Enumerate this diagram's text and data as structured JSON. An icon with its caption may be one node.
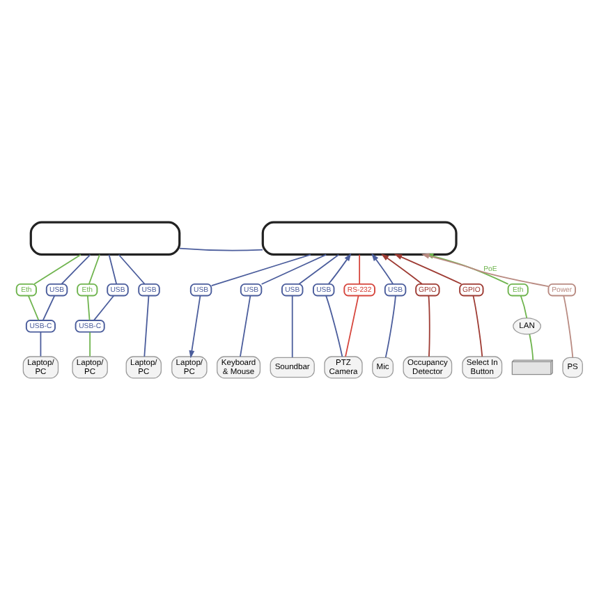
{
  "diagram": {
    "nodes": [
      {
        "text": [],
        "shape": "box"
      },
      {
        "text": [],
        "shape": "box"
      },
      {
        "text": [
          "Eth"
        ]
      },
      {
        "text": [
          "USB"
        ]
      },
      {
        "text": [
          "Eth"
        ]
      },
      {
        "text": [
          "USB"
        ]
      },
      {
        "text": [
          "USB"
        ]
      },
      {
        "text": [
          "USB"
        ]
      },
      {
        "text": [
          "USB"
        ]
      },
      {
        "text": [
          "USB"
        ]
      },
      {
        "text": [
          "USB"
        ]
      },
      {
        "text": [
          "RS-232"
        ]
      },
      {
        "text": [
          "USB"
        ]
      },
      {
        "text": [
          "GPIO"
        ]
      },
      {
        "text": [
          "GPIO"
        ]
      },
      {
        "text": [
          "Eth"
        ]
      },
      {
        "text": [
          "Power"
        ]
      },
      {
        "text": [
          "USB-C"
        ]
      },
      {
        "text": [
          "USB-C"
        ]
      },
      {
        "text": [
          "LAN"
        ]
      },
      {
        "text": [
          "Laptop/ PC"
        ]
      },
      {
        "text": [
          "Laptop/ PC"
        ]
      },
      {
        "text": [
          "Laptop/ PC"
        ]
      },
      {
        "text": [
          "Laptop/ PC"
        ]
      },
      {
        "text": [
          "Keyboard & Mouse"
        ]
      },
      {
        "text": [
          "Soundbar"
        ]
      },
      {
        "text": [
          "PTZ Camera"
        ]
      },
      {
        "text": [
          "Mic"
        ]
      },
      {
        "text": [
          "Occupancy Detector"
        ]
      },
      {
        "text": [
          "Select In Button"
        ]
      },
      {
        "text": [],
        "shape": "picture"
      },
      {
        "text": [
          "PS"
        ]
      }
    ],
    "edges": [
      {
        "from": 0,
        "to": 1,
        "arrow": "none"
      },
      {
        "from": 0,
        "to": 2,
        "arrow": "none",
        "color": "#6fb44e"
      },
      {
        "from": 0,
        "to": 3,
        "arrow": "none"
      },
      {
        "from": 0,
        "to": 4,
        "arrow": "none",
        "color": "#6fb44e"
      },
      {
        "from": 0,
        "to": 5,
        "arrow": "none"
      },
      {
        "from": 0,
        "to": 6,
        "arrow": "none"
      },
      {
        "from": 1,
        "to": 7,
        "arrow": "none"
      },
      {
        "from": 1,
        "to": 8,
        "arrow": "none"
      },
      {
        "from": 1,
        "to": 9,
        "arrow": "none"
      },
      {
        "from": 10,
        "to": 1,
        "arrow": "to"
      },
      {
        "from": 1,
        "to": 11,
        "arrow": "none",
        "color": "#d6463d"
      },
      {
        "from": 12,
        "to": 1,
        "arrow": "to"
      },
      {
        "from": 13,
        "to": 1,
        "arrow": "to",
        "color": "#9e3b33"
      },
      {
        "from": 14,
        "to": 1,
        "arrow": "to",
        "color": "#9e3b33"
      },
      {
        "from": 15,
        "to": 1,
        "arrow": "to",
        "color": "#6fb44e",
        "label": "PoE"
      },
      {
        "from": 16,
        "to": 1,
        "arrow": "to",
        "color": "#b98b82"
      },
      {
        "from": 2,
        "to": 17,
        "arrow": "none",
        "color": "#6fb44e"
      },
      {
        "from": 3,
        "to": 17,
        "arrow": "none"
      },
      {
        "from": 4,
        "to": 18,
        "arrow": "none",
        "color": "#6fb44e"
      },
      {
        "from": 5,
        "to": 18,
        "arrow": "none"
      },
      {
        "from": 17,
        "to": 20,
        "arrow": "none"
      },
      {
        "from": 18,
        "to": 21,
        "arrow": "none",
        "color": "#6fb44e"
      },
      {
        "from": 6,
        "to": 22,
        "arrow": "none"
      },
      {
        "from": 7,
        "to": 23,
        "arrow": "to"
      },
      {
        "from": 8,
        "to": 24,
        "arrow": "none"
      },
      {
        "from": 9,
        "to": 25,
        "arrow": "none"
      },
      {
        "from": 26,
        "to": 10,
        "arrow": "none"
      },
      {
        "from": 11,
        "to": 26,
        "arrow": "none",
        "color": "#d6463d"
      },
      {
        "from": 27,
        "to": 12,
        "arrow": "none"
      },
      {
        "from": 28,
        "to": 13,
        "arrow": "none",
        "color": "#9e3b33"
      },
      {
        "from": 29,
        "to": 14,
        "arrow": "none",
        "color": "#9e3b33"
      },
      {
        "from": 19,
        "to": 15,
        "arrow": "none",
        "color": "#6fb44e"
      },
      {
        "from": 30,
        "to": 19,
        "arrow": "none",
        "color": "#6fb44e"
      },
      {
        "from": 31,
        "to": 16,
        "arrow": "none",
        "color": "#b98b82"
      }
    ]
  }
}
